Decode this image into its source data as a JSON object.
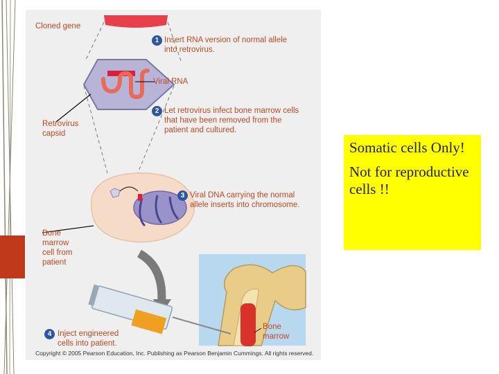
{
  "labels": {
    "cloned_gene": "Cloned gene",
    "viral_rna": "Viral RNA",
    "retrovirus_capsid": [
      "Retrovirus",
      "capsid"
    ],
    "bone_marrow_cell": [
      "Bone",
      "marrow",
      "cell from",
      "patient"
    ],
    "bone_marrow": [
      "Bone",
      "marrow"
    ]
  },
  "steps": [
    {
      "num": "1",
      "lines": [
        "Insert RNA version of normal allele",
        "into retrovirus."
      ]
    },
    {
      "num": "2",
      "lines": [
        "Let retrovirus infect bone marrow cells",
        "that have been removed from the",
        "patient and cultured."
      ]
    },
    {
      "num": "3",
      "lines": [
        "Viral DNA carrying the normal",
        "allele inserts into chromosome."
      ]
    },
    {
      "num": "4",
      "lines": [
        "Inject engineered",
        "cells into patient."
      ]
    }
  ],
  "copyright": "Copyright © 2005 Pearson Education, Inc. Publishing as Pearson Benjamin Cummings. All rights reserved.",
  "note": {
    "line1": "Somatic cells Only!",
    "line2": "Not for reproductive cells !!"
  },
  "colors": {
    "label_text": "#c24a22",
    "step_badge": "#2b56a3",
    "note_background": "#ffff00",
    "side_tab": "#c0391b"
  }
}
